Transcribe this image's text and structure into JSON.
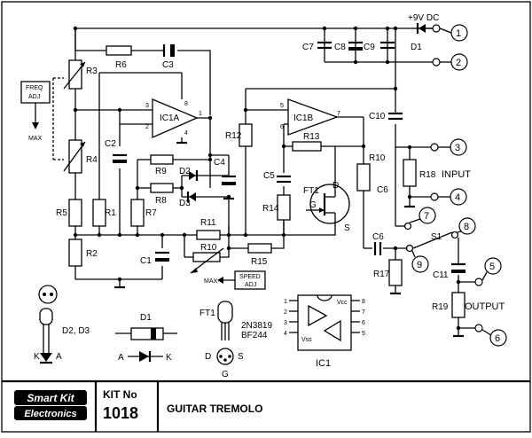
{
  "supply_label": "+9V DC",
  "labels": {
    "R1": "R1",
    "R2": "R2",
    "R3": "R3",
    "R4": "R4",
    "R5": "R5",
    "R6": "R6",
    "R7": "R7",
    "R8": "R8",
    "R9": "R9",
    "R10a": "R10",
    "R10b": "R10",
    "R11": "R11",
    "R12": "R12",
    "R13": "R13",
    "R14": "R14",
    "R15": "R15",
    "R17": "R17",
    "R18": "R18",
    "R19": "R19",
    "C1": "C1",
    "C2": "C2",
    "C3": "C3",
    "C4": "C4",
    "C5": "C5",
    "C6a": "C6",
    "C6b": "C6",
    "C7": "C7",
    "C8": "C8",
    "C9": "C9",
    "C10": "C10",
    "C11": "C11",
    "D1": "D1",
    "D2": "D2",
    "D3": "D3",
    "FT1": "FT1",
    "IC1A": "IC1A",
    "IC1B": "IC1B",
    "S1": "S1",
    "D": "D",
    "G": "G",
    "S": "S"
  },
  "annotations": {
    "input": "INPUT",
    "output": "OUTPUT",
    "freq_l1": "FREQ",
    "freq_l2": "ADJ",
    "speed_l1": "SPEED",
    "speed_l2": "ADJ",
    "max1": "MAX",
    "max2": "MAX"
  },
  "pins": {
    "p3": "3",
    "p2": "2",
    "p1": "1",
    "p8": "8",
    "p4": "4",
    "p5": "5",
    "p6": "6",
    "p7": "7"
  },
  "terminals": [
    "1",
    "2",
    "3",
    "4",
    "5",
    "6",
    "7",
    "8",
    "9"
  ],
  "legend": {
    "led_caption": "D2, D3",
    "led_k": "K",
    "led_a": "A",
    "diode_title": "D1",
    "diode_a": "A",
    "diode_k": "K",
    "fet_title": "FT1",
    "fet_part1": "2N3819",
    "fet_part2": "BF244",
    "fet_d": "D",
    "fet_s": "S",
    "fet_g": "G",
    "ic_title": "IC1",
    "ic_vcc": "Vcc",
    "ic_vss": "Vss",
    "ic_pins": [
      "1",
      "2",
      "3",
      "4",
      "5",
      "6",
      "7",
      "8"
    ]
  },
  "footer": {
    "brand_l1": "Smart Kit",
    "brand_l2": "Electronics",
    "kit_label": "KIT No",
    "kit_number": "1018",
    "title": "GUITAR TREMOLO"
  }
}
